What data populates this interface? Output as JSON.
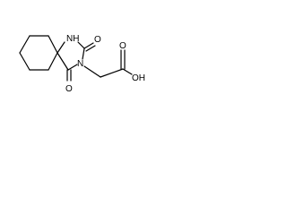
{
  "structure": {
    "atom_labels": {
      "nh": "NH",
      "n_imide": "N",
      "o_top_carbonyl": "O",
      "o_bottom_carbonyl": "O",
      "o_carbonyl_acid": "O",
      "oh": "OH"
    }
  }
}
